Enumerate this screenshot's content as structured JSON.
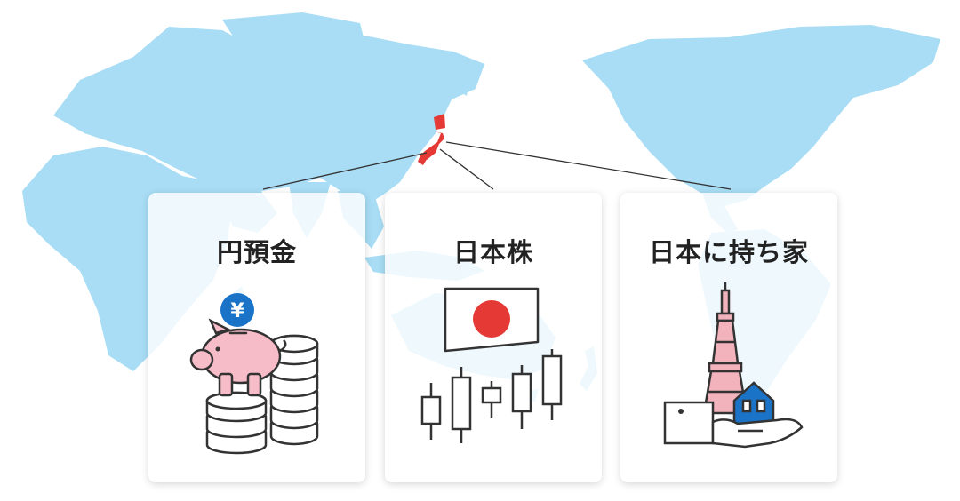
{
  "colors": {
    "ocean_land": "#a8ddf5",
    "japan": "#e53935",
    "line": "#333333",
    "piggy": "#f6bcc8",
    "yen_badge": "#1a73c7",
    "flag_sun": "#e53935",
    "tower": "#f3b3bd",
    "house": "#1a73c7"
  },
  "cards": [
    {
      "title": "円預金",
      "illustration": "piggy-bank-with-coins",
      "badge": "¥"
    },
    {
      "title": "日本株",
      "illustration": "japan-flag-with-candlestick-chart"
    },
    {
      "title": "日本に持ち家",
      "illustration": "tokyo-tower-and-house-in-hand"
    }
  ]
}
